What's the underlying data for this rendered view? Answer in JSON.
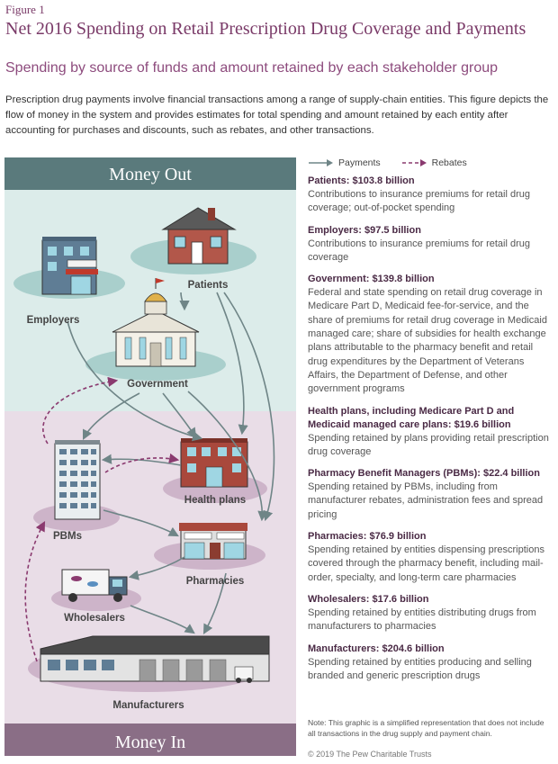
{
  "header": {
    "figure_label": "Figure 1",
    "title": "Net 2016 Spending on Retail Prescription Drug Coverage and Payments",
    "subtitle": "Spending by source of funds and amount retained by each stakeholder group",
    "intro": "Prescription drug payments involve financial transactions among a range of supply-chain entities. This figure depicts the flow of money in the system and provides estimates for total spending and amount retained by each entity after accounting for purchases and discounts, such as rebates, and other transactions."
  },
  "diagram": {
    "money_out_label": "Money Out",
    "money_in_label": "Money In",
    "nodes": {
      "employers": "Employers",
      "patients": "Patients",
      "government": "Government",
      "health_plans": "Health plans",
      "pbms": "PBMs",
      "pharmacies": "Pharmacies",
      "wholesalers": "Wholesalers",
      "manufacturers": "Manufacturers"
    }
  },
  "legend": {
    "payments": "Payments",
    "rebates": "Rebates"
  },
  "colors": {
    "money_out_bg": "#dcecea",
    "money_out_band": "#5a7a7c",
    "money_in_bg": "#e9dde7",
    "money_in_band": "#8a6e86",
    "payment_arrow": "#6f8587",
    "rebate_arrow": "#8a3a6f",
    "title": "#7a3a68"
  },
  "entries": [
    {
      "heading": "Patients: $103.8 billion",
      "body": "Contributions to insurance premiums for retail drug coverage; out-of-pocket spending"
    },
    {
      "heading": "Employers: $97.5 billion",
      "body": "Contributions to insurance premiums for retail drug coverage"
    },
    {
      "heading": "Government: $139.8 billion",
      "body": "Federal and state spending on retail drug coverage in Medicare Part D, Medicaid fee-for-service, and the share of premiums for retail drug coverage in Medicaid managed care; share of subsidies for health exchange plans attributable to the pharmacy benefit and retail drug expenditures by the Department of Veterans Affairs, the Department of Defense, and other government programs"
    },
    {
      "heading": "Health plans, including Medicare Part D and Medicaid managed care plans: $19.6 billion",
      "body": "Spending retained by plans providing retail prescription drug coverage"
    },
    {
      "heading": "Pharmacy Benefit Managers (PBMs): $22.4 billion",
      "body": "Spending retained by PBMs, including from manufacturer rebates, administration fees and spread pricing"
    },
    {
      "heading": "Pharmacies: $76.9 billion",
      "body": "Spending retained by entities dispensing prescriptions covered through the pharmacy benefit, including mail-order, specialty, and long-term care pharmacies"
    },
    {
      "heading": "Wholesalers: $17.6 billion",
      "body": "Spending retained by entities distributing drugs from manufacturers to pharmacies"
    },
    {
      "heading": "Manufacturers: $204.6 billion",
      "body": "Spending retained by entities producing and selling branded and generic prescription drugs"
    }
  ],
  "footer": {
    "note": "Note: This graphic is a simplified representation that does not include all transactions in the drug supply and payment chain.",
    "copyright": "© 2019 The Pew Charitable Trusts"
  }
}
